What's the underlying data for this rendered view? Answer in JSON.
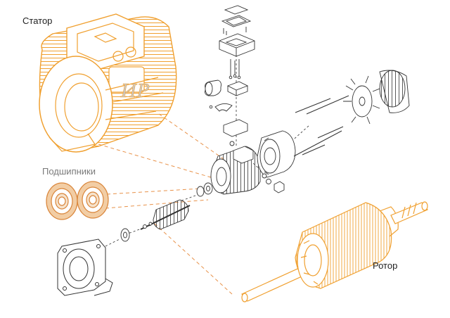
{
  "labels": {
    "stator": "Статор",
    "bearings": "Подшипники",
    "rotor": "Ротор"
  },
  "watermark": "ИР",
  "colors": {
    "highlight": "#F0A030",
    "leader": "#E8924A",
    "line": "#333333",
    "label_muted": "#7a7a7a"
  }
}
